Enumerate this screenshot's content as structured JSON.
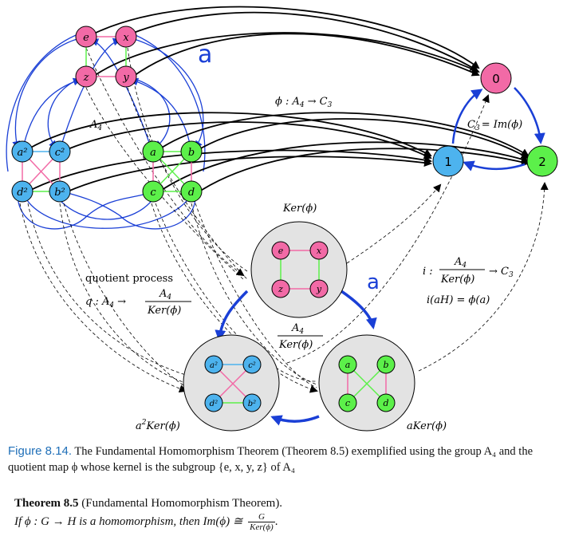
{
  "diagram": {
    "label_a_top": "a",
    "label_a_mid": "a",
    "label_A4": "A",
    "label_A4_sub": "4",
    "phi_label": "ϕ : A",
    "phi_label_sub": "4",
    "phi_label_tail": "→ C",
    "phi_label_tail_sub": "3",
    "c3_label": "C",
    "c3_label_sub": "3",
    "c3_label_tail": "= Im(ϕ)",
    "ker_label": "Ker(ϕ)",
    "quotient_title": "quotient process",
    "q_label": "q : A",
    "q_label_sub": "4",
    "q_arrow": "→",
    "frac_num": "A",
    "frac_num_sub": "4",
    "frac_den": "Ker(ϕ)",
    "mid_frac_num": "A",
    "mid_frac_num_sub": "4",
    "mid_frac_den": "Ker(ϕ)",
    "i_label": "i :",
    "i_frac_num": "A",
    "i_frac_num_sub": "4",
    "i_frac_den": "Ker(ϕ)",
    "i_arrow": "→ C",
    "i_arrow_sub": "3",
    "i_def": "i(aH) = ϕ(a)",
    "a2ker_label": "a",
    "a2ker_sup": "2",
    "a2ker_tail": "Ker(ϕ)",
    "aker_label": "aKer(ϕ)",
    "nodes_ker": [
      "e",
      "x",
      "y",
      "z"
    ],
    "nodes_blue": [
      "a²",
      "c²",
      "d²",
      "b²"
    ],
    "nodes_green": [
      "a",
      "b",
      "c",
      "d"
    ],
    "nodes_c3": [
      "0",
      "1",
      "2"
    ]
  },
  "caption": {
    "figure_label": "Figure 8.14.",
    "text": "The Fundamental Homomorphism Theorem (Theorem 8.5) exemplified using the group A₄ and the quotient map ϕ whose kernel is the subgroup {e, x, y, z} of A₄"
  },
  "theorem": {
    "title": "Theorem",
    "number": "8.5",
    "name": "(Fundamental Homomorphism Theorem).",
    "statement": "If ϕ : G → H is a homomorphism, then Im(ϕ) ≅",
    "frac_num": "G",
    "frac_den": "Ker(ϕ)",
    "period": "."
  },
  "colors": {
    "pink": "#f26aa6",
    "blue": "#4db3ee",
    "green": "#5cf04a",
    "accent_blue": "#1a3fd6",
    "caption_blue": "#1f6fb8"
  }
}
